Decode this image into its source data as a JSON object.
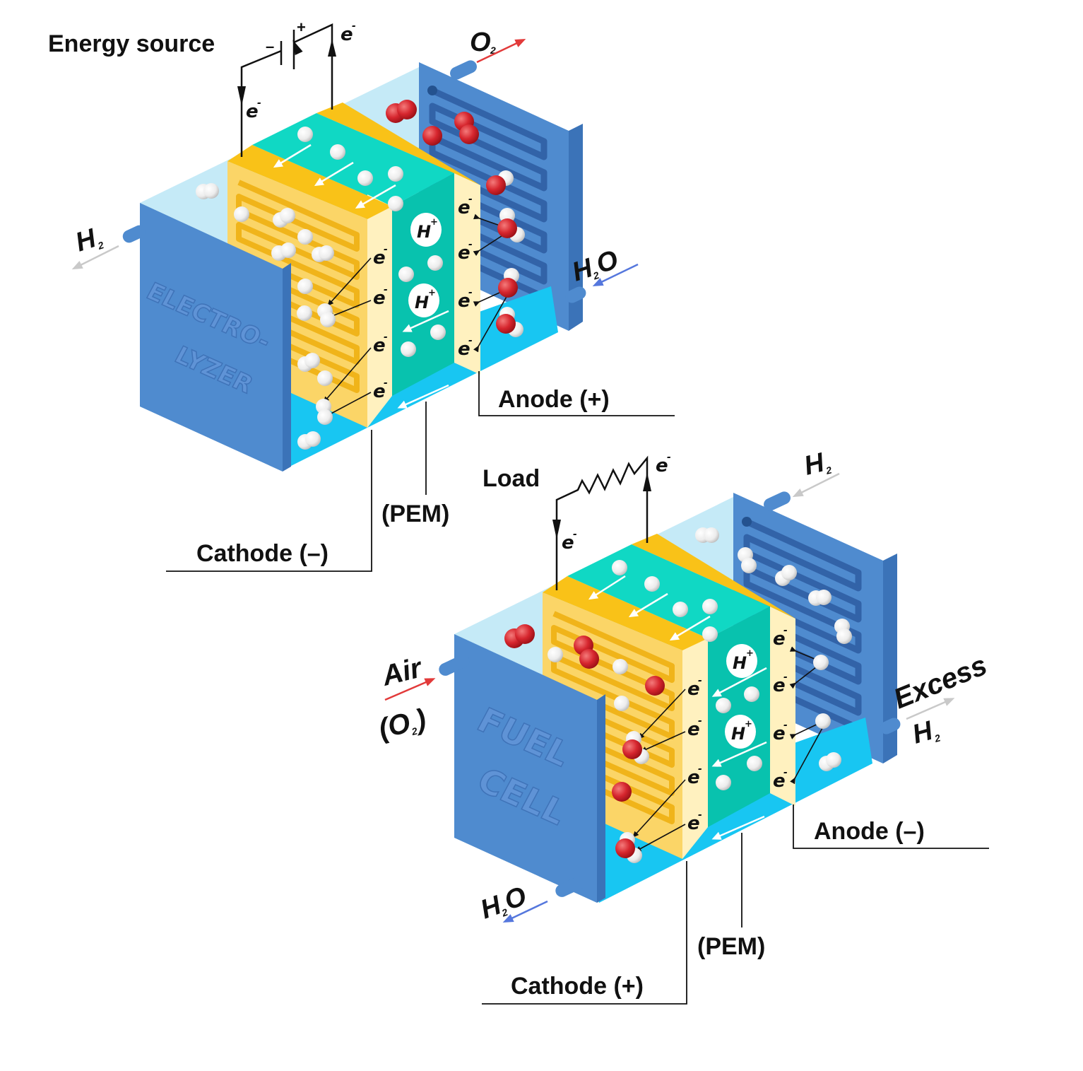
{
  "colors": {
    "cathode_gold": "#f9c218",
    "cathode_face": "#fbd567",
    "pem_teal": "#08c2ae",
    "pem_top": "#10d8c4",
    "thin_layer": "#fff1bf",
    "end_plate": "#4f8bcf",
    "end_plate_dark": "#3b73b8",
    "water_cyan": "#18c6f2",
    "glass": "#b9e6f5",
    "oxygen_red": "#e0323a",
    "hydrogen_white": "#f2f2f2",
    "water_arrow": "#5577dd",
    "air_arrow": "#e23a3a",
    "h2_arrow": "#cfcfcf"
  },
  "electrolyzer": {
    "plate_text": [
      "ELECTRO-",
      "LYZER"
    ],
    "energy_source_label": "Energy source",
    "battery_minus": "–",
    "battery_plus": "+",
    "electron": "e",
    "electron_sign": "-",
    "proton": "H",
    "proton_sign": "+",
    "out_h2": "H",
    "out_h2_sub": "2",
    "out_o2": "O",
    "out_o2_sub": "2",
    "in_h2o": [
      "H",
      "2",
      "O"
    ],
    "anode_label": "Anode (+)",
    "pem_label": "(PEM)",
    "cathode_label": "Cathode (–)"
  },
  "fuel_cell": {
    "plate_text": [
      "FUEL",
      "CELL"
    ],
    "load_label": "Load",
    "electron": "e",
    "electron_sign": "-",
    "proton": "H",
    "proton_sign": "+",
    "in_h2": "H",
    "in_h2_sub": "2",
    "air_label": "Air",
    "air_o2": "(O",
    "air_o2_sub": "2",
    "air_o2_close": ")",
    "excess_label": "Excess",
    "excess_h2": "H",
    "excess_h2_sub": "2",
    "out_h2o": [
      "H",
      "2",
      "O"
    ],
    "anode_label": "Anode (–)",
    "pem_label": "(PEM)",
    "cathode_label": "Cathode (+)"
  }
}
